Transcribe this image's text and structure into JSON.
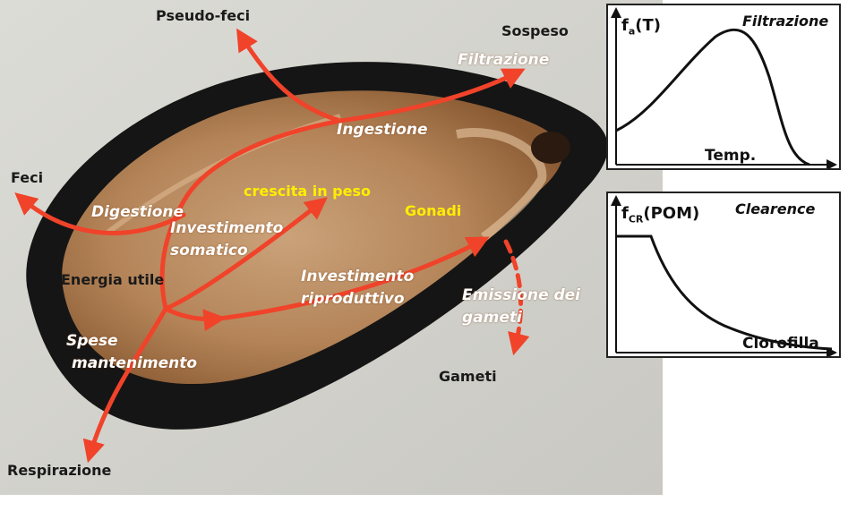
{
  "photo": {
    "labels": {
      "pseudo_feci": "Pseudo-feci",
      "sospeso": "Sospeso",
      "filtrazione": "Filtrazione",
      "ingestione": "Ingestione",
      "feci": "Feci",
      "digestione": "Digestione",
      "crescita": "crescita in peso",
      "gonadi": "Gonadi",
      "investimento_somatico_1": "Investimento",
      "investimento_somatico_2": "somatico",
      "energia_utile": "Energia utile",
      "investimento_riproduttivo_1": "Investimento",
      "investimento_riproduttivo_2": "riproduttivo",
      "emissione_1": "Emissione dei",
      "emissione_2": "gameti",
      "spese_1": "Spese",
      "spese_2": "mantenimento",
      "gameti": "Gameti",
      "respirazione": "Respirazione"
    },
    "colors": {
      "arrow": "#f0432a",
      "yellow_text": "#ffee00"
    }
  },
  "panels": {
    "filtrazione": {
      "title": "Filtrazione",
      "func_main": "f",
      "func_sub": "a",
      "func_arg": "(T)",
      "xlabel": "Temp."
    },
    "clearence": {
      "title": "Clearence",
      "func_main": "f",
      "func_sub": "CR",
      "func_arg": "(POM)",
      "xlabel": "Clorofilla"
    }
  }
}
